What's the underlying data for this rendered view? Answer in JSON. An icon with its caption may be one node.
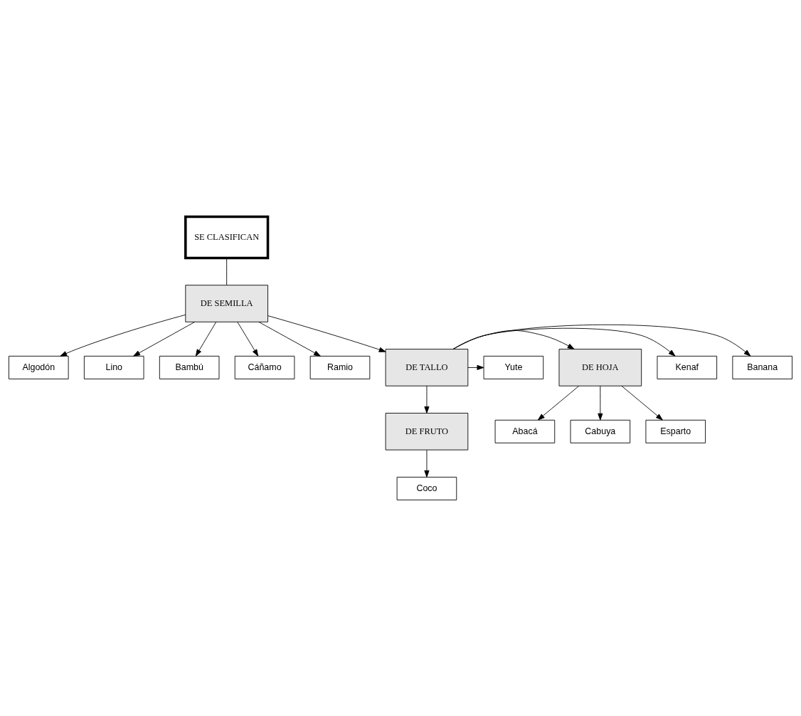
{
  "diagram": {
    "nodes": [
      {
        "text": [
          "SE CLASIFICAN"
        ]
      },
      {
        "text": [
          "DE SEMILLA"
        ]
      },
      {
        "text": [
          "Algodón"
        ]
      },
      {
        "text": [
          "Lino"
        ]
      },
      {
        "text": [
          "Bambú"
        ]
      },
      {
        "text": [
          "Cáñamo"
        ]
      },
      {
        "text": [
          "Ramio"
        ]
      },
      {
        "text": [
          "Banana"
        ]
      },
      {
        "text": [
          "Kenaf"
        ]
      },
      {
        "text": [
          "DE TALLO"
        ]
      },
      {
        "text": [
          "DE HOJA"
        ]
      },
      {
        "text": [
          "Yute"
        ]
      },
      {
        "text": [
          "DE FRUTO"
        ]
      },
      {
        "text": [
          "Abacá"
        ]
      },
      {
        "text": [
          "Cabuya"
        ]
      },
      {
        "text": [
          "Esparto"
        ]
      },
      {
        "text": [
          "Coco"
        ]
      }
    ],
    "edges": [
      {
        "from": 0,
        "to": 1,
        "arrow": "none"
      },
      {
        "from": 1,
        "to": 2,
        "arrow": "to"
      },
      {
        "from": 1,
        "to": 3,
        "arrow": "to"
      },
      {
        "from": 1,
        "to": 4,
        "arrow": "to"
      },
      {
        "from": 1,
        "to": 5,
        "arrow": "to"
      },
      {
        "from": 1,
        "to": 6,
        "arrow": "to"
      },
      {
        "from": 1,
        "to": 9,
        "arrow": "to"
      },
      {
        "from": 9,
        "to": 7,
        "arrow": "to"
      },
      {
        "from": 9,
        "to": 8,
        "arrow": "to"
      },
      {
        "from": 9,
        "to": 11,
        "arrow": "to"
      },
      {
        "from": 9,
        "to": 10,
        "arrow": "to"
      },
      {
        "from": 9,
        "to": 12,
        "arrow": "to"
      },
      {
        "from": 10,
        "to": 13,
        "arrow": "to"
      },
      {
        "from": 10,
        "to": 14,
        "arrow": "to"
      },
      {
        "from": 10,
        "to": 15,
        "arrow": "to"
      },
      {
        "from": 12,
        "to": 16,
        "arrow": "to"
      }
    ]
  }
}
